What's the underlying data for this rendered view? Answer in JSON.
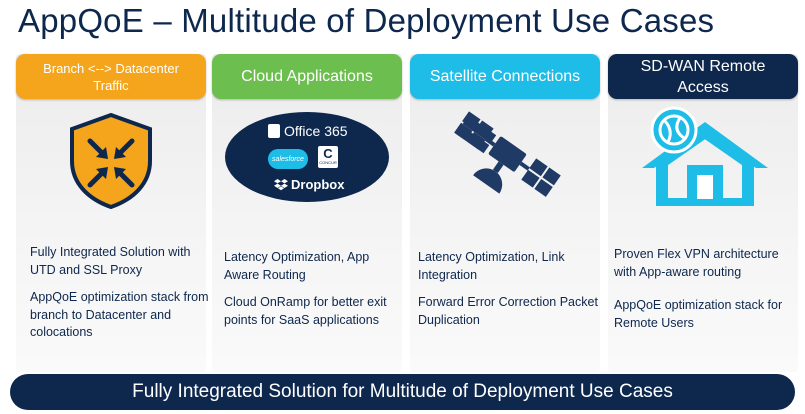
{
  "title": "AppQoE – Multitude of Deployment Use Cases",
  "columns": [
    {
      "header_line1": "Branch <--> Datacenter",
      "header_line2": "Traffic",
      "icon": "shield-arrows-icon",
      "color": "#f4a51c",
      "items": [
        "Fully Integrated Solution with UTD and SSL Proxy",
        "AppQoE optimization stack from branch to Datacenter and colocations"
      ]
    },
    {
      "header": "Cloud Applications",
      "icon": "cloud-apps-icon",
      "color": "#6cbf4e",
      "apps": [
        "Office 365",
        "salesforce",
        "CONCUR",
        "Dropbox"
      ],
      "items": [
        "Latency Optimization, App Aware Routing",
        "Cloud OnRamp for better exit points for SaaS applications"
      ]
    },
    {
      "header": "Satellite Connections",
      "icon": "satellite-icon",
      "color": "#1ebde8",
      "items": [
        "Latency Optimization, Link Integration",
        "Forward Error Correction Packet Duplication"
      ]
    },
    {
      "header_line1": "SD-WAN Remote",
      "header_line2": "Access",
      "icon": "house-vpn-icon",
      "color": "#0d274d",
      "items": [
        "Proven Flex VPN architecture with App-aware routing",
        "AppQoE optimization stack for Remote Users"
      ]
    }
  ],
  "footer": "Fully Integrated Solution for Multitude of Deployment Use Cases"
}
